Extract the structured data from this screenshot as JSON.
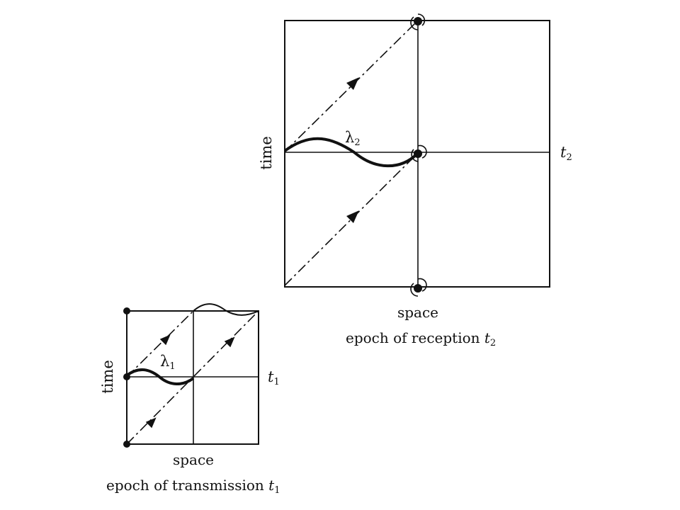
{
  "large_diagram": {
    "axis_time": "time",
    "axis_space": "space",
    "wave_symbol": "λ",
    "wave_subscript": "2",
    "epoch_symbol": "t",
    "epoch_subscript": "2",
    "caption_prefix": "epoch of reception ",
    "caption_symbol": "t",
    "caption_subscript": "2"
  },
  "small_diagram": {
    "axis_time": "time",
    "axis_space": "space",
    "wave_symbol": "λ",
    "wave_subscript": "1",
    "epoch_symbol": "t",
    "epoch_subscript": "1",
    "caption_prefix": "epoch of transmission ",
    "caption_symbol": "t",
    "caption_subscript": "1"
  }
}
